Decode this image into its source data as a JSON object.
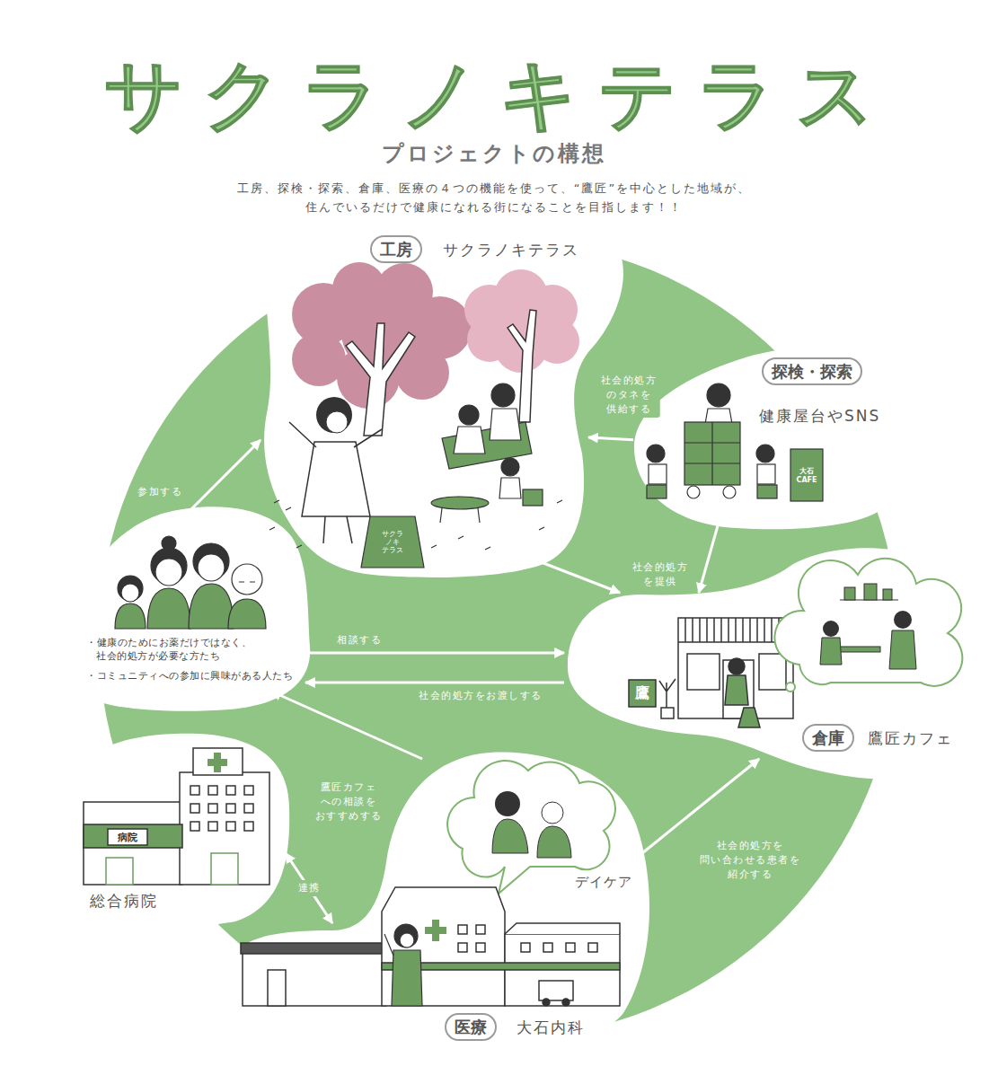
{
  "diagram": {
    "title": "サクラノキテラス",
    "nodes": [
      {
        "text": [
          "工房",
          "サクラノキテラス"
        ]
      },
      {
        "text": [
          "探検・探索",
          "健康屋台やSNS"
        ]
      },
      {
        "text": [
          "・健康のためにお薬だけではなく、 社会的処方が必要な方たち",
          "・コミュニティへの参加に興味がある人たち"
        ]
      },
      {
        "text": [
          "倉庫",
          "鷹匠カフェ"
        ]
      },
      {
        "text": [
          "総合病院"
        ]
      },
      {
        "text": [
          "医療",
          "大石内科"
        ]
      }
    ],
    "edges": [
      {
        "from": 1,
        "to": 0,
        "arrow": "to",
        "label": "社会的処方 のタネを 供給する"
      },
      {
        "from": 0,
        "to": 3,
        "arrow": "to",
        "label": "社会的処方 を提供"
      },
      {
        "from": 1,
        "to": 3,
        "arrow": "to"
      },
      {
        "from": 2,
        "to": 0,
        "arrow": "to",
        "label": "参加する"
      },
      {
        "from": 2,
        "to": 3,
        "arrow": "to",
        "label": "相談する"
      },
      {
        "from": 3,
        "to": 2,
        "arrow": "to",
        "label": "社会的処方をお渡しする"
      },
      {
        "from": 5,
        "to": 2,
        "arrow": "to",
        "label": "鷹匠カフェ への相談を おすすめする"
      },
      {
        "from": 4,
        "to": 5,
        "arrow": "both",
        "label": "連携"
      },
      {
        "from": 5,
        "to": 3,
        "arrow": "to",
        "label": "社会的処方を 問い合わせる患者を 紹介する"
      }
    ],
    "labels": [
      "プロジェクトの構想",
      "工房、探検・探索、倉庫、医療の４つの機能を使って、“鷹匠”を中心とした地域が、 住んでいるだけで健康になれる街になることを目指します！！",
      "サクラ ノキ テラス",
      "大石 CAFE",
      "病院",
      "鷹",
      "デイケア"
    ]
  }
}
